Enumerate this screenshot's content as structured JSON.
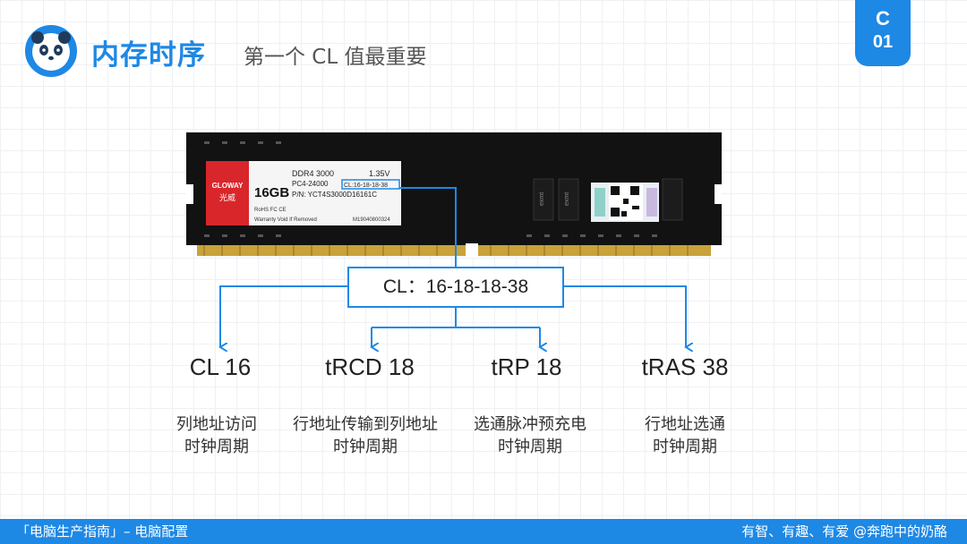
{
  "header": {
    "title": "内存时序",
    "subtitle": "第一个 CL 值最重要",
    "badge_letter": "C",
    "badge_number": "01"
  },
  "ram": {
    "brand": "GLOWAY",
    "brand_cn": "光威",
    "capacity": "16GB",
    "model": "DDR4 3000",
    "voltage": "1.35V",
    "pc": "PC4-24000",
    "cl_label": "CL:16-18-18-38",
    "part_number": "P/N: YCT4S3000D16161C",
    "certs": "RoHS FC CE",
    "warranty": "Warranty Void If Removed",
    "serial": "M19040800324",
    "chip_text": "exmt"
  },
  "diagram": {
    "cl_box": "CL：16-18-18-38",
    "timings": [
      {
        "name": "CL 16",
        "desc_line1": "列地址访问",
        "desc_line2": "时钟周期"
      },
      {
        "name": "tRCD 18",
        "desc_line1": "行地址传输到列地址",
        "desc_line2": "时钟周期"
      },
      {
        "name": "tRP 18",
        "desc_line1": "选通脉冲预充电",
        "desc_line2": "时钟周期"
      },
      {
        "name": "tRAS 38",
        "desc_line1": "行地址选通",
        "desc_line2": "时钟周期"
      }
    ]
  },
  "footer": {
    "left": "「电脑生产指南」– 电脑配置",
    "right": "有智、有趣、有爱   @奔跑中的奶酪"
  },
  "colors": {
    "accent": "#1e88e5",
    "ram_pcb": "#111111",
    "gold": "#c9a23a",
    "label_red": "#d9262b"
  }
}
